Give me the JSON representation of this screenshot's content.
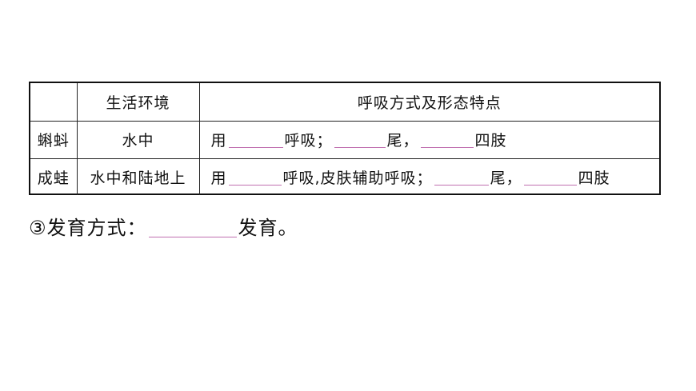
{
  "table": {
    "header": {
      "blank": "",
      "environment": "生活环境",
      "features": "呼吸方式及形态特点"
    },
    "rows": [
      {
        "name": "蝌蚪",
        "environment": "水中",
        "parts": [
          "用",
          "呼吸；",
          "尾，",
          "四肢"
        ]
      },
      {
        "name": "成蛙",
        "environment": "水中和陆地上",
        "parts": [
          "用",
          "呼吸,皮肤辅助呼吸；",
          "尾，",
          "四肢"
        ]
      }
    ]
  },
  "question": {
    "label": "③发育方式：",
    "suffix": "发育。"
  }
}
